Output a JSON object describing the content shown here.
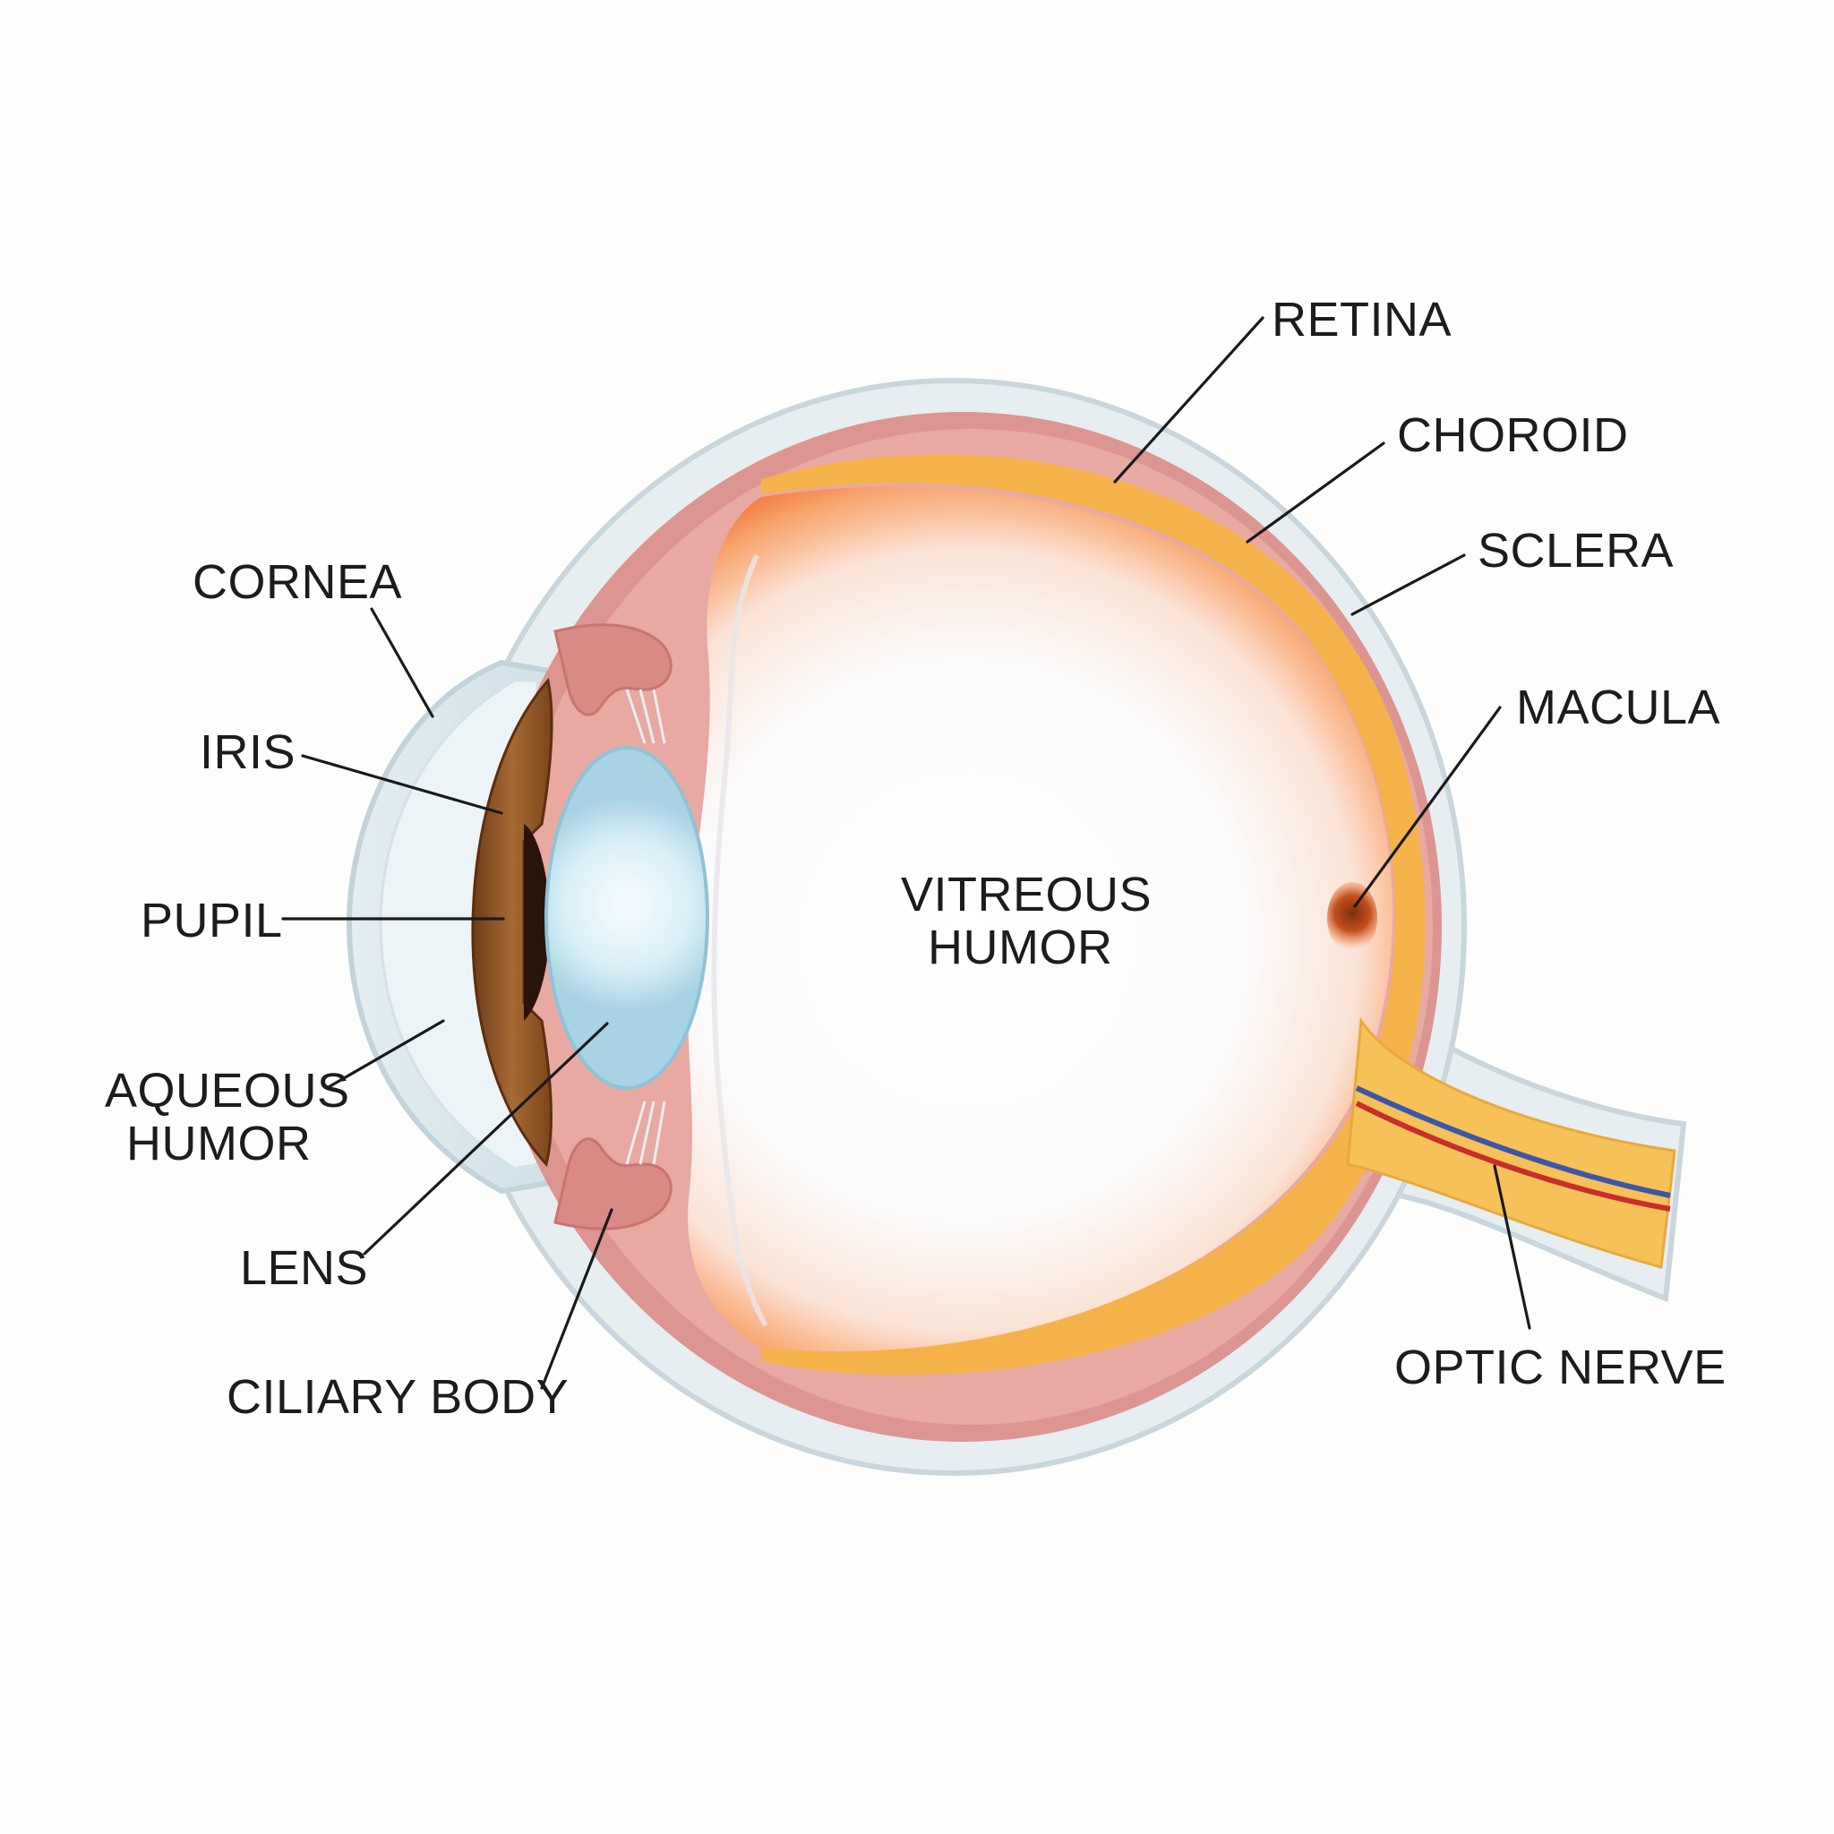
{
  "labels": {
    "retina": "RETINA",
    "choroid": "CHOROID",
    "sclera": "SCLERA",
    "macula": "MACULA",
    "cornea": "CORNEA",
    "iris": "IRIS",
    "pupil": "PUPIL",
    "aqueous_line1": "AQUEOUS",
    "aqueous_line2": "HUMOR",
    "lens": "LENS",
    "ciliary_body": "CILIARY BODY",
    "vitreous_line1": "VITREOUS",
    "vitreous_line2": "HUMOR",
    "optic_nerve": "OPTIC NERVE"
  },
  "colors": {
    "background": "#fdfdfc",
    "sclera_outline": "#c9d6dc",
    "sclera_fill": "#e6eef1",
    "choroid": "#d98b86",
    "retina": "#f6b24a",
    "vitreous_center": "#ffffff",
    "vitreous_edge": "#f47a3a",
    "iris": "#8a5224",
    "lens": "#bfe2ef",
    "optic_nerve": "#f7c15a"
  }
}
